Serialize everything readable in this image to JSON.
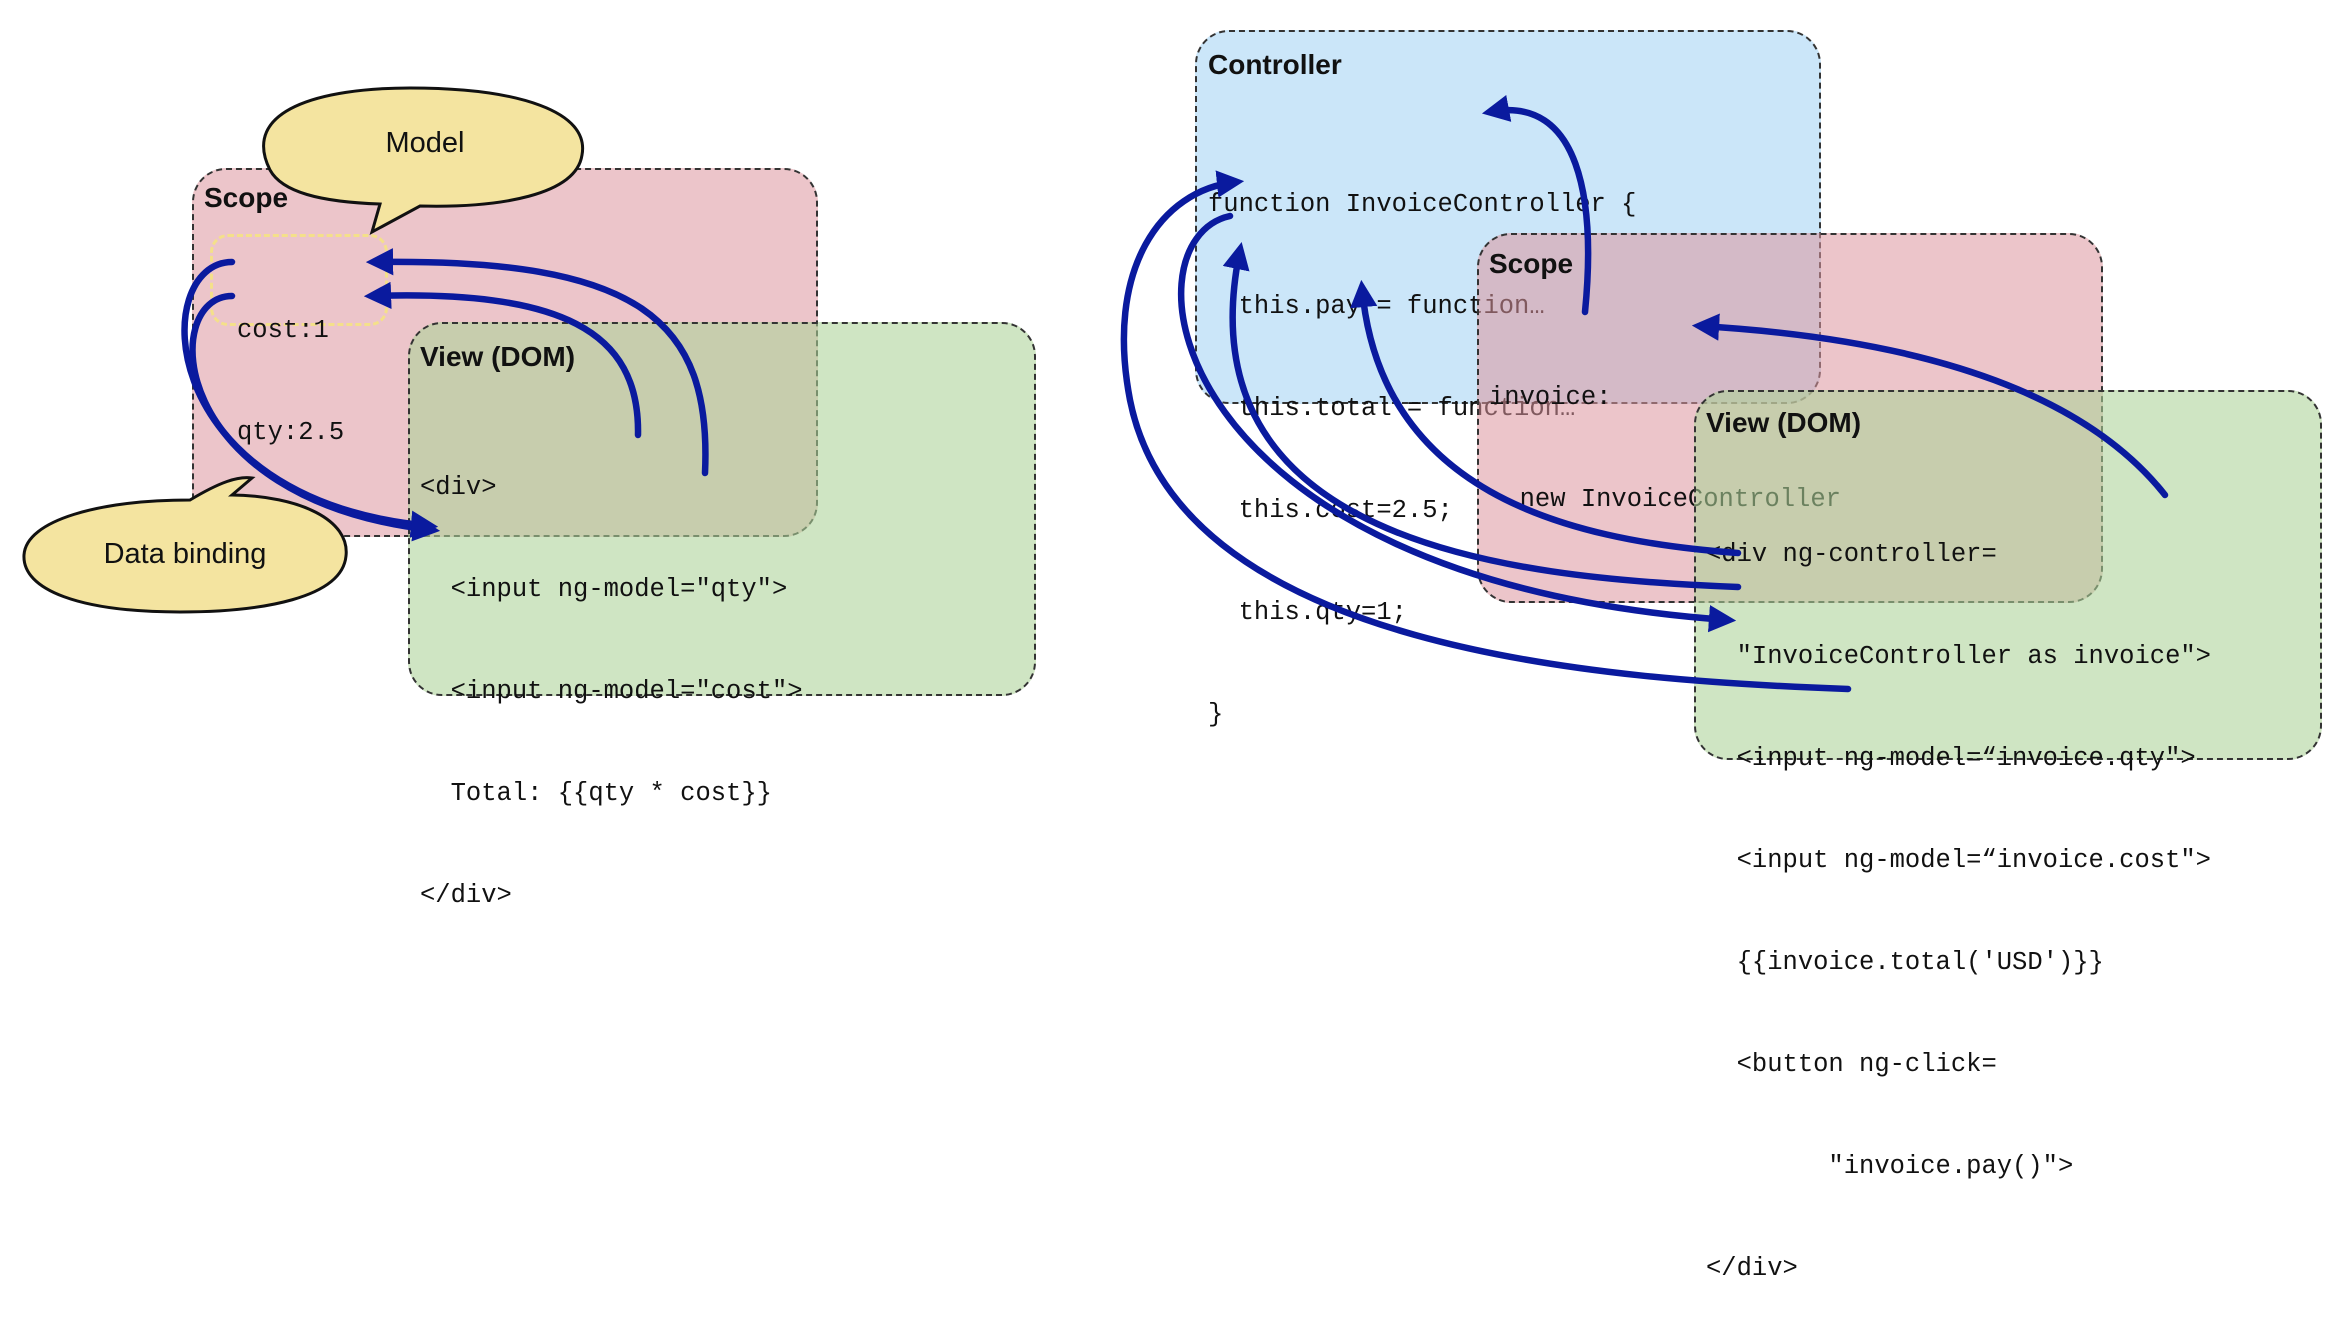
{
  "left": {
    "scope_title": "Scope",
    "scope_lines": [
      "cost:1",
      "qty:2.5"
    ],
    "view_title": "View (DOM)",
    "view_lines": [
      "<div>",
      "  <input ng-model=\"qty\">",
      "  <input ng-model=\"cost\">",
      "  Total: {{qty * cost}}",
      "</div>"
    ],
    "model_bubble": "Model",
    "binding_bubble": "Data binding"
  },
  "right": {
    "controller_title": "Controller",
    "controller_lines": [
      "function InvoiceController {",
      "  this.pay = function…",
      "  this.total = function…",
      "  this.cost=2.5;",
      "  this.qty=1;",
      "}"
    ],
    "scope_title": "Scope",
    "scope_lines": [
      "invoice:",
      "  new InvoiceController"
    ],
    "view_title": "View (DOM)",
    "view_lines": [
      "<div ng-controller=",
      "  \"InvoiceController as invoice\">",
      "  <input ng-model=“invoice.qty\">",
      "  <input ng-model=“invoice.cost\">",
      "  {{invoice.total('USD')}}",
      "  <button ng-click=",
      "        \"invoice.pay()\">",
      "</div>"
    ]
  },
  "colors": {
    "arrow": "#0a1a9e",
    "scope_fill": "#dc969e",
    "view_fill": "#acd298",
    "controller_fill": "#abd7f5",
    "bubble_fill": "#f4e4a0",
    "dashed_highlight": "#f4e08a"
  }
}
